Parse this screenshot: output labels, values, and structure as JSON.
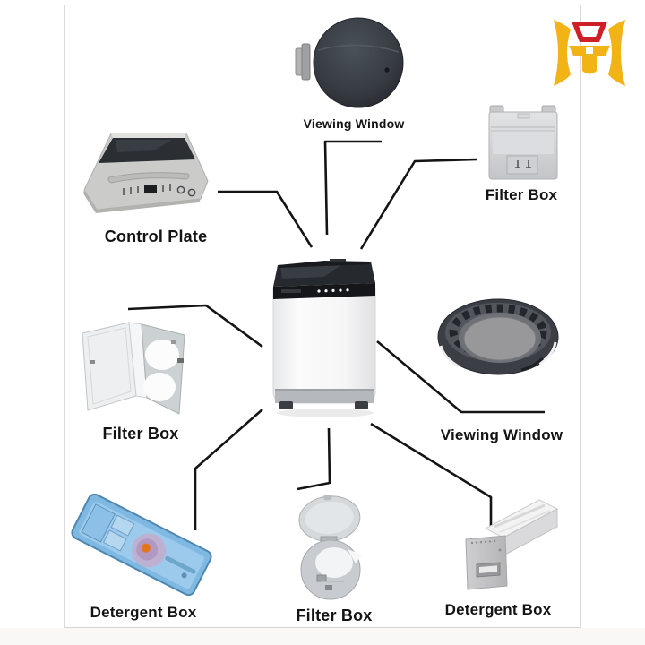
{
  "page": {
    "background": "#ffffff",
    "frame_color": "#dadada",
    "connector_color": "#141414",
    "label_color": "#141414"
  },
  "logo": {
    "name": "H brand logo",
    "yellow": "#F2B317",
    "red": "#CE2127"
  },
  "product": {
    "name": "top-load washing machine"
  },
  "parts": [
    {
      "id": "viewing-window-top",
      "label": "Viewing Window"
    },
    {
      "id": "filter-box-top-right",
      "label": "Filter Box"
    },
    {
      "id": "control-plate-top-left",
      "label": "Control Plate"
    },
    {
      "id": "filter-box-middle-left",
      "label": "Filter Box"
    },
    {
      "id": "viewing-window-middle-right",
      "label": "Viewing Window"
    },
    {
      "id": "detergent-box-bottom-left",
      "label": "Detergent Box"
    },
    {
      "id": "filter-box-bottom-center",
      "label": "Filter Box"
    },
    {
      "id": "detergent-box-bottom-right",
      "label": "Detergent Box"
    }
  ]
}
